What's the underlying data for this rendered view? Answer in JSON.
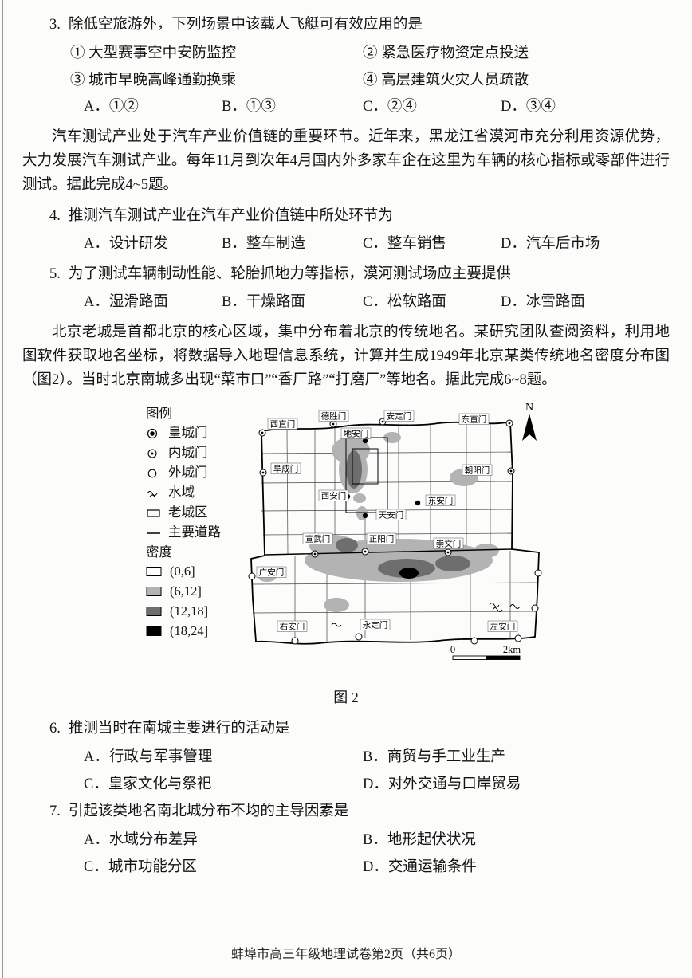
{
  "q3": {
    "number": "3.",
    "stem": "除低空旅游外，下列场景中该载人飞艇可有效应用的是",
    "items": [
      "① 大型赛事空中安防监控",
      "② 紧急医疗物资定点投送",
      "③ 城市早晚高峰通勤换乘",
      "④ 高层建筑火灾人员疏散"
    ],
    "options": [
      "A．①②",
      "B．①③",
      "C．②④",
      "D．③④"
    ]
  },
  "passage1": "汽车测试产业处于汽车产业价值链的重要环节。近年来，黑龙江省漠河市充分利用资源优势，大力发展汽车测试产业。每年11月到次年4月国内外多家车企在这里为车辆的核心指标或零部件进行测试。据此完成4~5题。",
  "q4": {
    "number": "4.",
    "stem": "推测汽车测试产业在汽车产业价值链中所处环节为",
    "options": [
      "A．设计研发",
      "B．整车制造",
      "C．整车销售",
      "D．汽车后市场"
    ]
  },
  "q5": {
    "number": "5.",
    "stem": "为了测试车辆制动性能、轮胎抓地力等指标，漠河测试场应主要提供",
    "options": [
      "A．湿滑路面",
      "B．干燥路面",
      "C．松软路面",
      "D．冰雪路面"
    ]
  },
  "passage2": "北京老城是首都北京的核心区域，集中分布着北京的传统地名。某研究团队查阅资料，利用地图软件获取地名坐标，将数据导入地理信息系统，计算并生成1949年北京某类传统地名密度分布图（图2）。当时北京南城多出现“菜市口”“香厂路”“打磨厂”等地名。据此完成6~8题。",
  "figure": {
    "legend_title": "图例",
    "legend_labels": [
      "皇城门",
      "内城门",
      "外城门",
      "水域",
      "老城区",
      "主要道路"
    ],
    "density_title": "密度",
    "density_classes": [
      {
        "label": "(0,6]",
        "color": "#ffffff"
      },
      {
        "label": "(6,12]",
        "color": "#b3b3b3"
      },
      {
        "label": "(12,18]",
        "color": "#6e6e6e"
      },
      {
        "label": "(18,24]",
        "color": "#000000"
      }
    ],
    "gates": [
      "西直门",
      "德胜门",
      "地安门",
      "安定门",
      "东直门",
      "阜成门",
      "朝阳门",
      "西安门",
      "东安门",
      "天安门",
      "宣武门",
      "正阳门",
      "崇文门",
      "广安门",
      "右安门",
      "永定门",
      "左安门"
    ],
    "north": "N",
    "scale": {
      "zero": "0",
      "end": "2km"
    },
    "caption": "图 2"
  },
  "q6": {
    "number": "6.",
    "stem": "推测当时在南城主要进行的活动是",
    "options": [
      "A．行政与军事管理",
      "B．商贸与手工业生产",
      "C．皇家文化与祭祀",
      "D．对外交通与口岸贸易"
    ]
  },
  "q7": {
    "number": "7.",
    "stem": "引起该类地名南北城分布不均的主导因素是",
    "options": [
      "A．水域分布差异",
      "B．地形起伏状况",
      "C．城市功能分区",
      "D．交通运输条件"
    ]
  },
  "footer": "蚌埠市高三年级地理试卷第2页（共6页）"
}
